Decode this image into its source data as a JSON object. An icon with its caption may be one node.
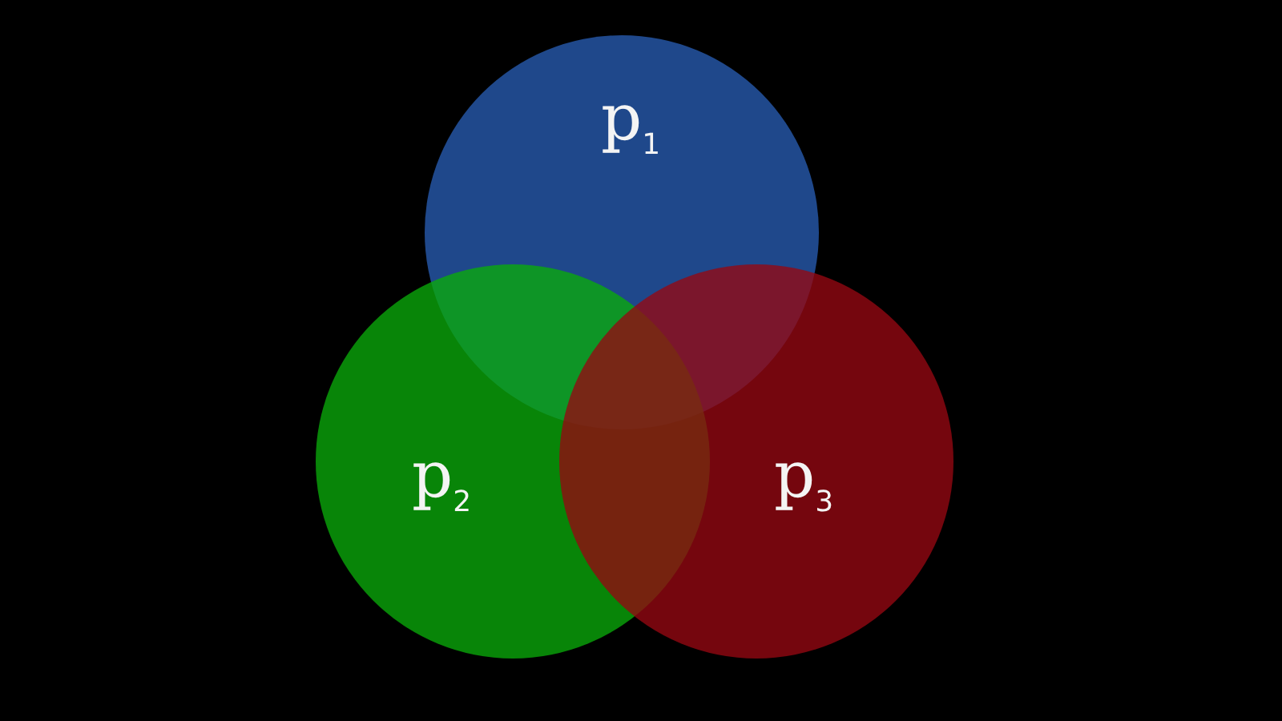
{
  "diagram": {
    "nodes": [
      {
        "text": [
          "p$_{1}$"
        ]
      },
      {
        "text": [
          "p$_{2}$"
        ]
      },
      {
        "text": [
          "p$_{3}$"
        ]
      }
    ]
  }
}
